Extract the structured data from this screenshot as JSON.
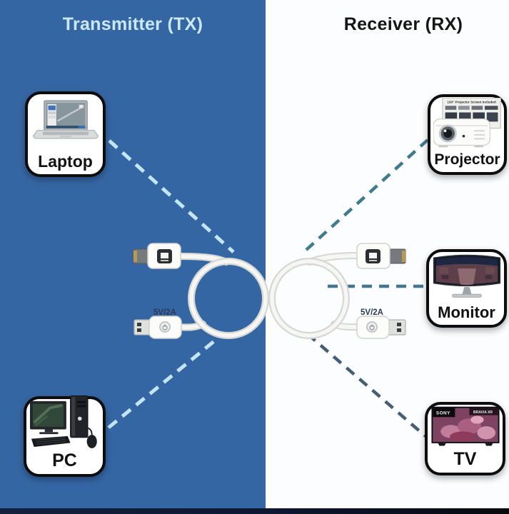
{
  "titles": {
    "left": "Transmitter (TX)",
    "right": "Receiver (RX)"
  },
  "devices": {
    "laptop": {
      "label": "Laptop"
    },
    "pc": {
      "label": "PC"
    },
    "projector": {
      "label": "Projector"
    },
    "monitor": {
      "label": "Monitor"
    },
    "tv": {
      "label": "TV"
    }
  },
  "adapters": {
    "tx_power_label": "5V/2A",
    "rx_power_label": "5V/2A"
  },
  "screens": {
    "tv_brand": "SONY",
    "tv_model": "BRAVIA XR",
    "projector_poster": "100\" Projector Screen Included"
  },
  "colors": {
    "tx_background": "#3566a4",
    "rx_background": "#fcfdfe",
    "tx_title": "#cbe8f7",
    "rx_title": "#151515",
    "tx_dash": "#c3e6f4",
    "rx_dash_teal": "#3f7a8d",
    "rx_dash_slate": "#475d72",
    "footer": "#0e1731"
  }
}
